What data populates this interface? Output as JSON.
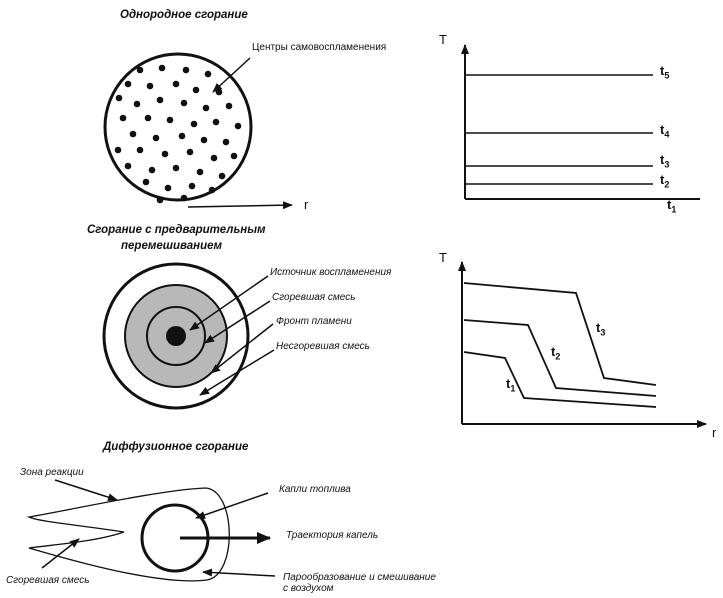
{
  "panel1": {
    "title": "Однородное сгорание",
    "label_centers": "Центры самовоспламенения",
    "axis_r": "r"
  },
  "chart1": {
    "axis_t": "T",
    "lines": [
      {
        "base": "t",
        "sub": "5"
      },
      {
        "base": "t",
        "sub": "4"
      },
      {
        "base": "t",
        "sub": "3"
      },
      {
        "base": "t",
        "sub": "2"
      }
    ],
    "x_label": {
      "base": "t",
      "sub": "1"
    }
  },
  "panel2": {
    "title_line1": "Сгорание с предварительным",
    "title_line2": "перемешиванием",
    "label_source": "Источник воспламенения",
    "label_burned": "Сгоревшая смесь",
    "label_front": "Фронт пламени",
    "label_unburned": "Несгоревшая смесь"
  },
  "chart2": {
    "axis_t": "T",
    "axis_r": "r",
    "curves": [
      {
        "base": "t",
        "sub": "3"
      },
      {
        "base": "t",
        "sub": "2"
      },
      {
        "base": "t",
        "sub": "1"
      }
    ]
  },
  "panel3": {
    "title": "Диффузионное сгорание",
    "label_zone": "Зона реакции",
    "label_burned": "Сгоревшая смесь",
    "label_drops": "Капли топлива",
    "label_trajectory": "Траектория капель",
    "label_vapor_line1": "Парообразование и смешивание",
    "label_vapor_line2": "с воздухом"
  }
}
